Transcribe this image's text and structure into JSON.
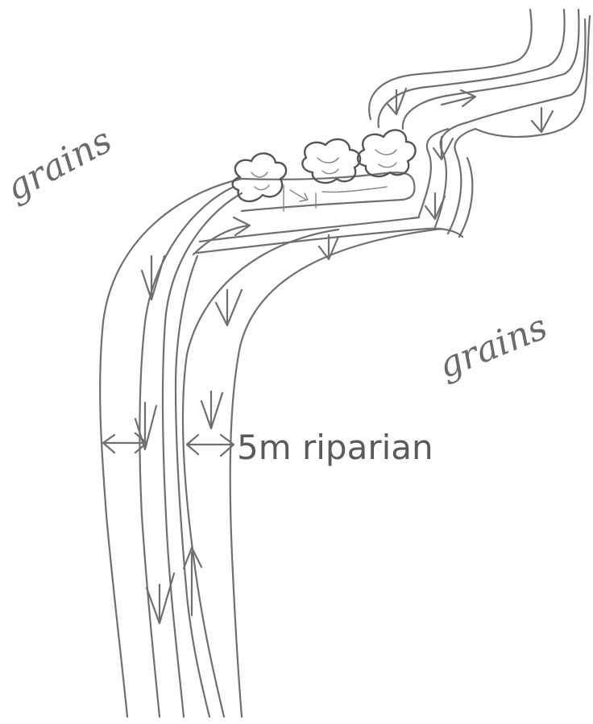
{
  "labels": {
    "grains_top_left": "grains",
    "grains_right": "grains",
    "riparian": "5m riparian"
  },
  "colors": {
    "pen": "#6f6f6f",
    "background": "#ffffff"
  }
}
